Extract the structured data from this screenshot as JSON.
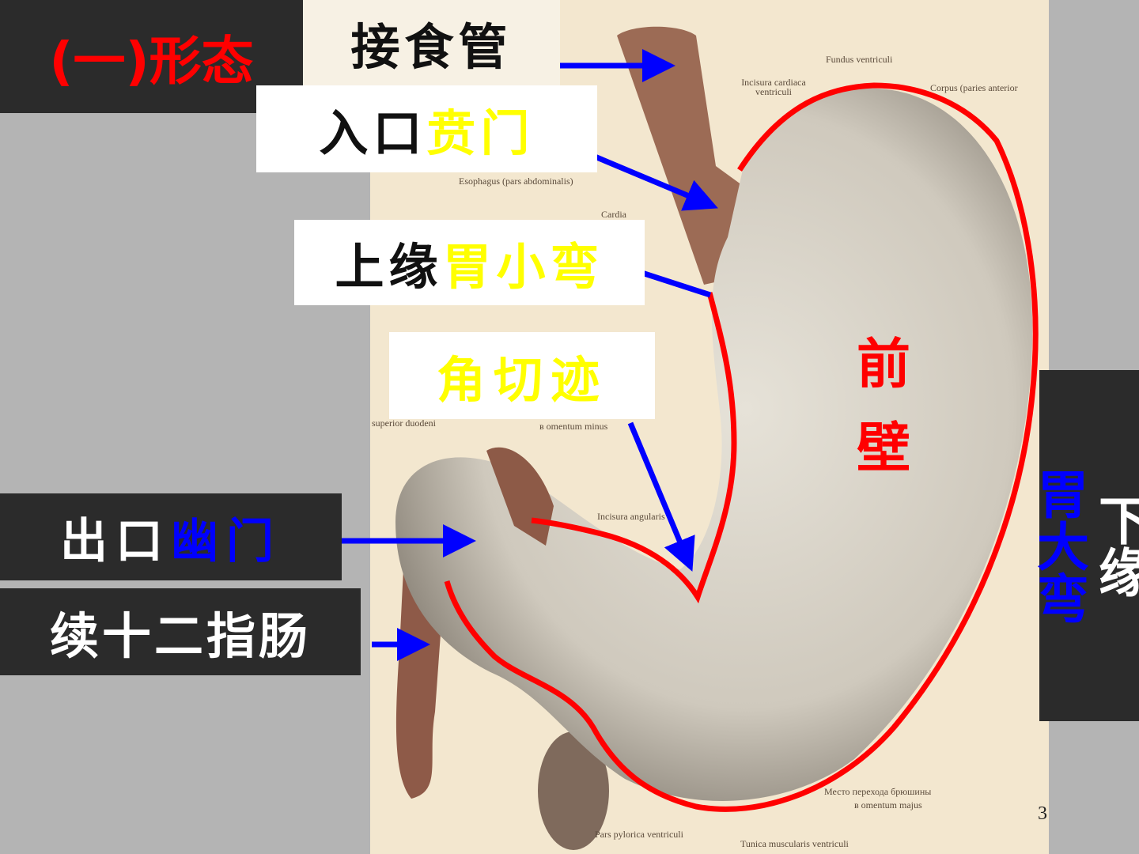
{
  "title": "(一)形态",
  "labels": {
    "esophagus": "接食管",
    "inlet_prefix": "入口",
    "inlet": "贲门",
    "upper_prefix": "上缘",
    "upper": "胃小弯",
    "angular": "角切迹",
    "outlet_prefix": "出口",
    "outlet": "幽门",
    "duodenum": "续十二指肠",
    "lower_prefix": "下缘",
    "lower": "胃大弯",
    "front_wall": "前壁"
  },
  "latin_labels": {
    "fundus": "Fundus ventriculi",
    "incisura_cardiaca": "Incisura cardiaca ventriculi",
    "corpus": "Corpus (paries anterior",
    "esophagus_abd": "Esophagus (pars abdominalis)",
    "cardia": "Cardia",
    "superior_duodeni": "superior duodeni",
    "omentum_minus": "в omentum minus",
    "incisura_angularis": "Incisura angularis",
    "omentum_majus_1": "Место перехода брюшины",
    "omentum_majus_2": "в omentum majus",
    "pars_pylorica": "Pars pylorica ventriculi",
    "tunica": "Tunica muscularis ventriculi"
  },
  "page_number": "3",
  "colors": {
    "red": "#ff0000",
    "blue": "#0000ff",
    "yellow": "#ffff00",
    "dark": "#2b2b2b"
  }
}
